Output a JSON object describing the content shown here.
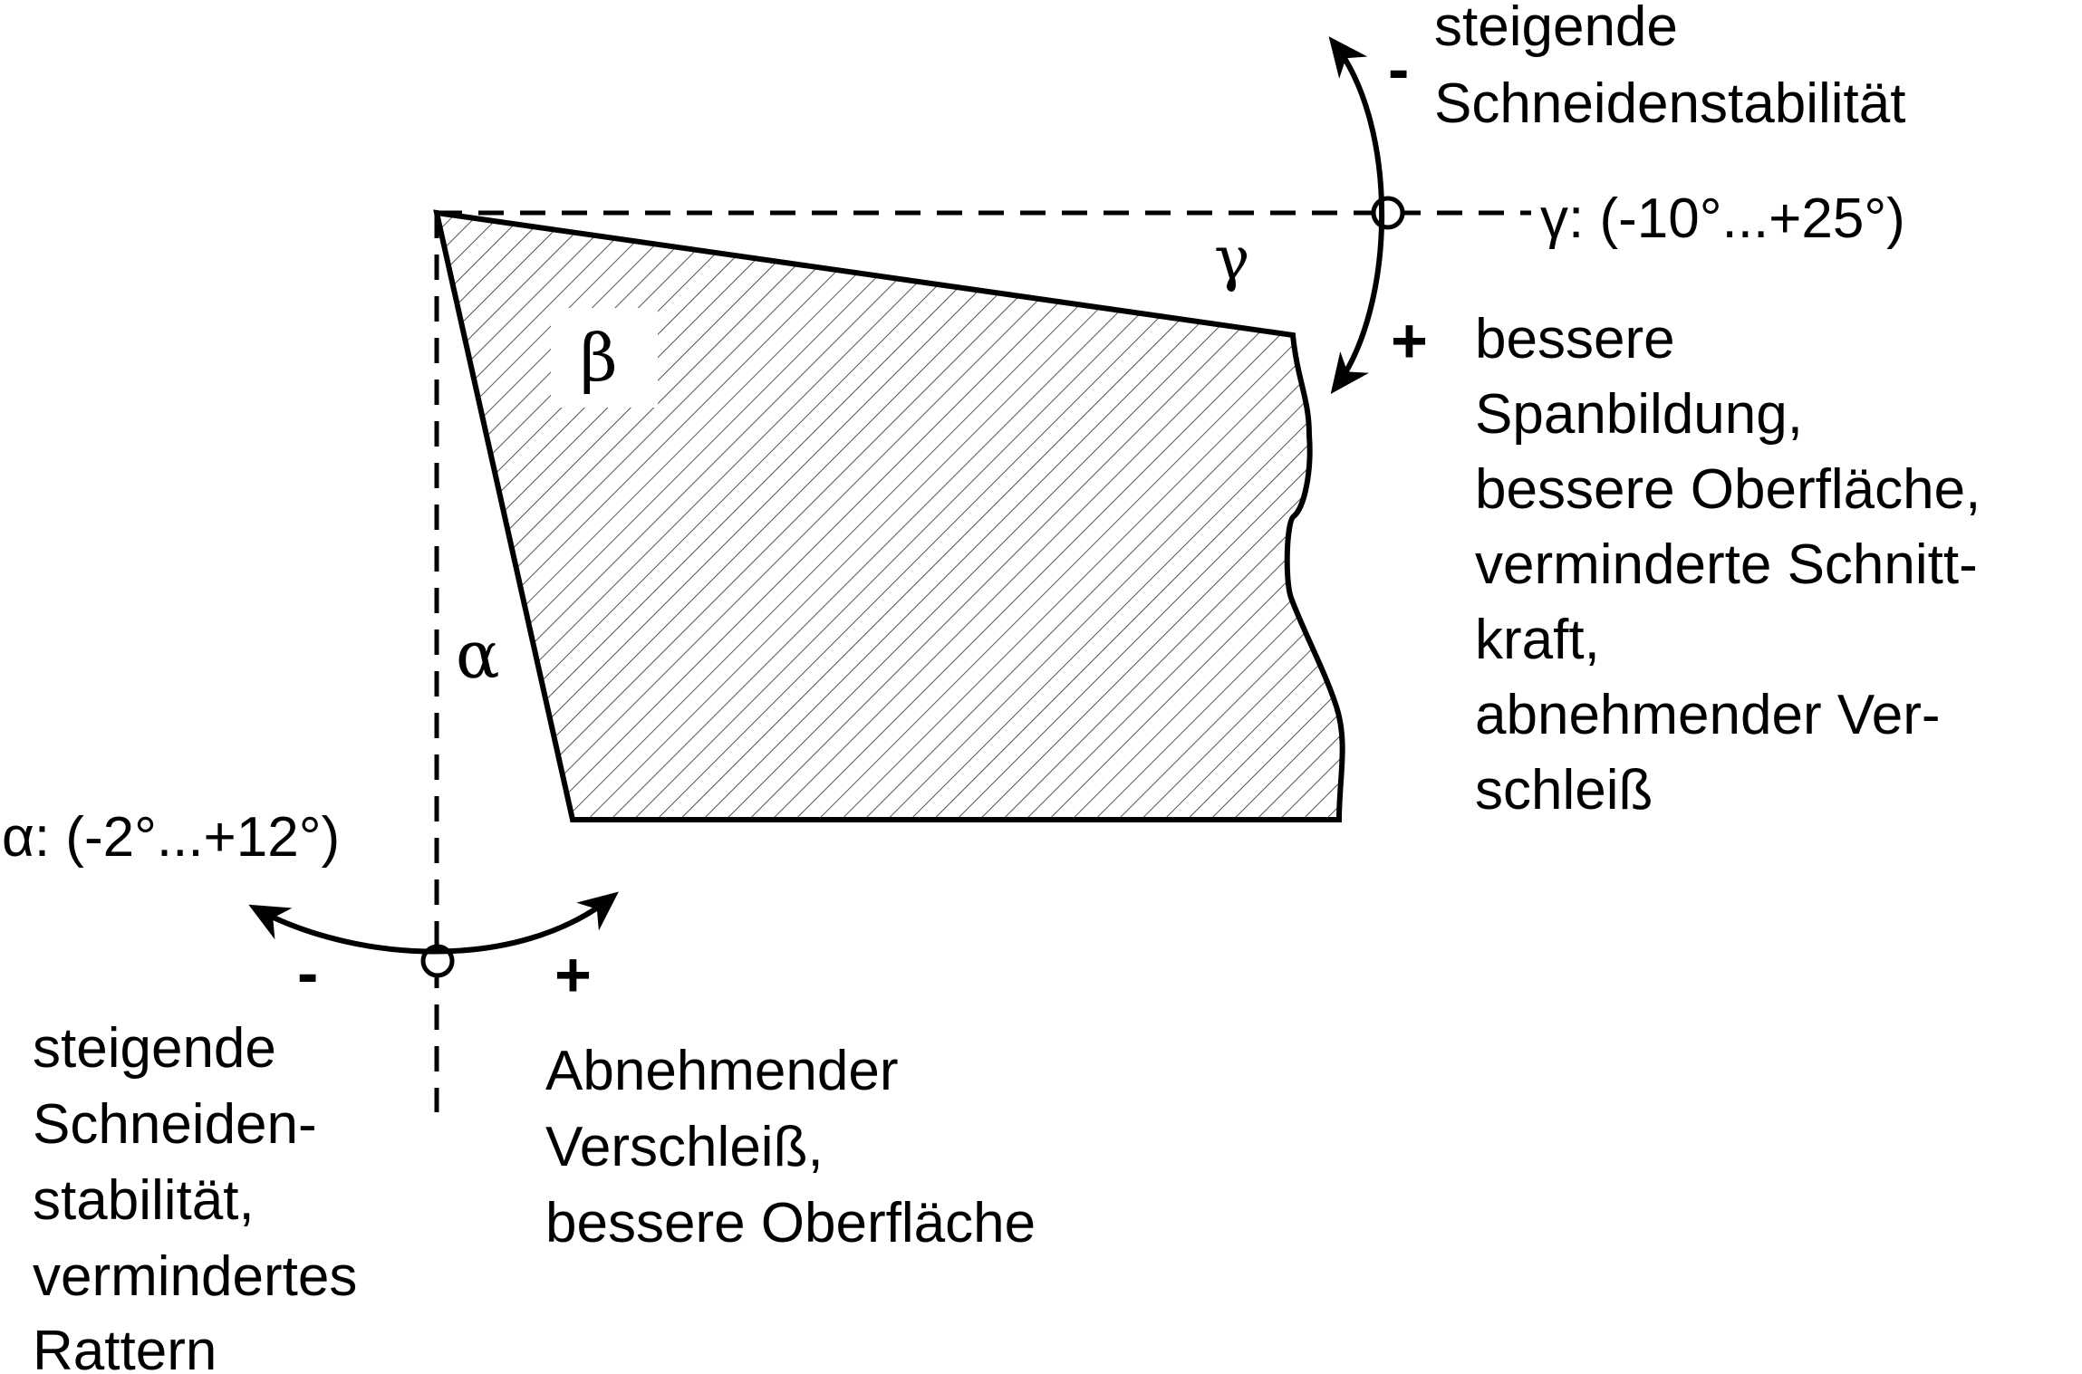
{
  "angles": {
    "alpha": {
      "symbol": "α",
      "range_label": "α: (-2°...+12°)",
      "minus_sign": "-",
      "plus_sign": "+",
      "minus_effect": [
        "steigende",
        "Schneiden-",
        "stabilität,",
        "vermindertes",
        "Rattern"
      ],
      "plus_effect": [
        "Abnehmender",
        "Verschleiß,",
        "bessere Oberfläche"
      ]
    },
    "beta": {
      "symbol": "β"
    },
    "gamma": {
      "symbol": "γ",
      "range_label": "γ: (-10°...+25°)",
      "minus_sign": "-",
      "plus_sign": "+",
      "minus_effect": [
        "steigende",
        "Schneidenstabilität"
      ],
      "plus_effect": [
        "bessere",
        "Spanbildung,",
        "bessere Oberfläche,",
        "verminderte Schnitt-",
        "kraft,",
        "abnehmender Ver-",
        "schleiß"
      ]
    }
  },
  "colors": {
    "line": "#000000",
    "hatch": "#555555",
    "background": "#ffffff"
  }
}
